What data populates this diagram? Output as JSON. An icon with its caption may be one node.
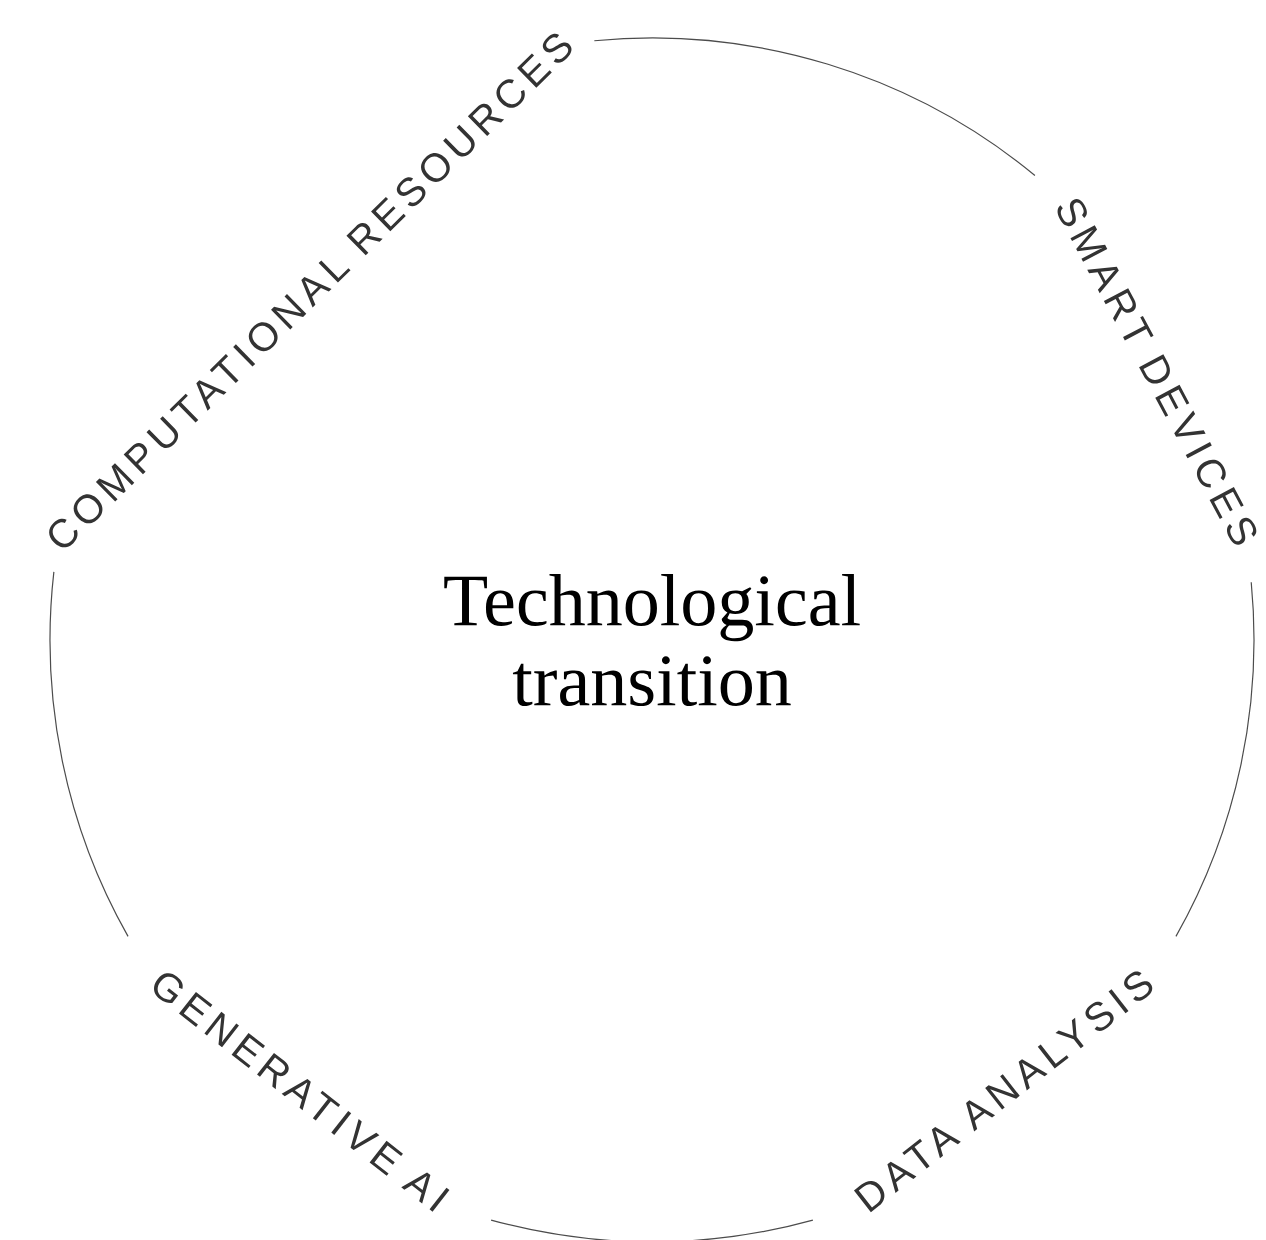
{
  "diagram": {
    "nodes": [
      {
        "text": [
          "Technological transition"
        ]
      }
    ],
    "labels": [
      "COMPUTATIONAL RESOURCES",
      "SMART DEVICES",
      "DATA ANALYSIS",
      "GENERATIVE AI"
    ]
  }
}
